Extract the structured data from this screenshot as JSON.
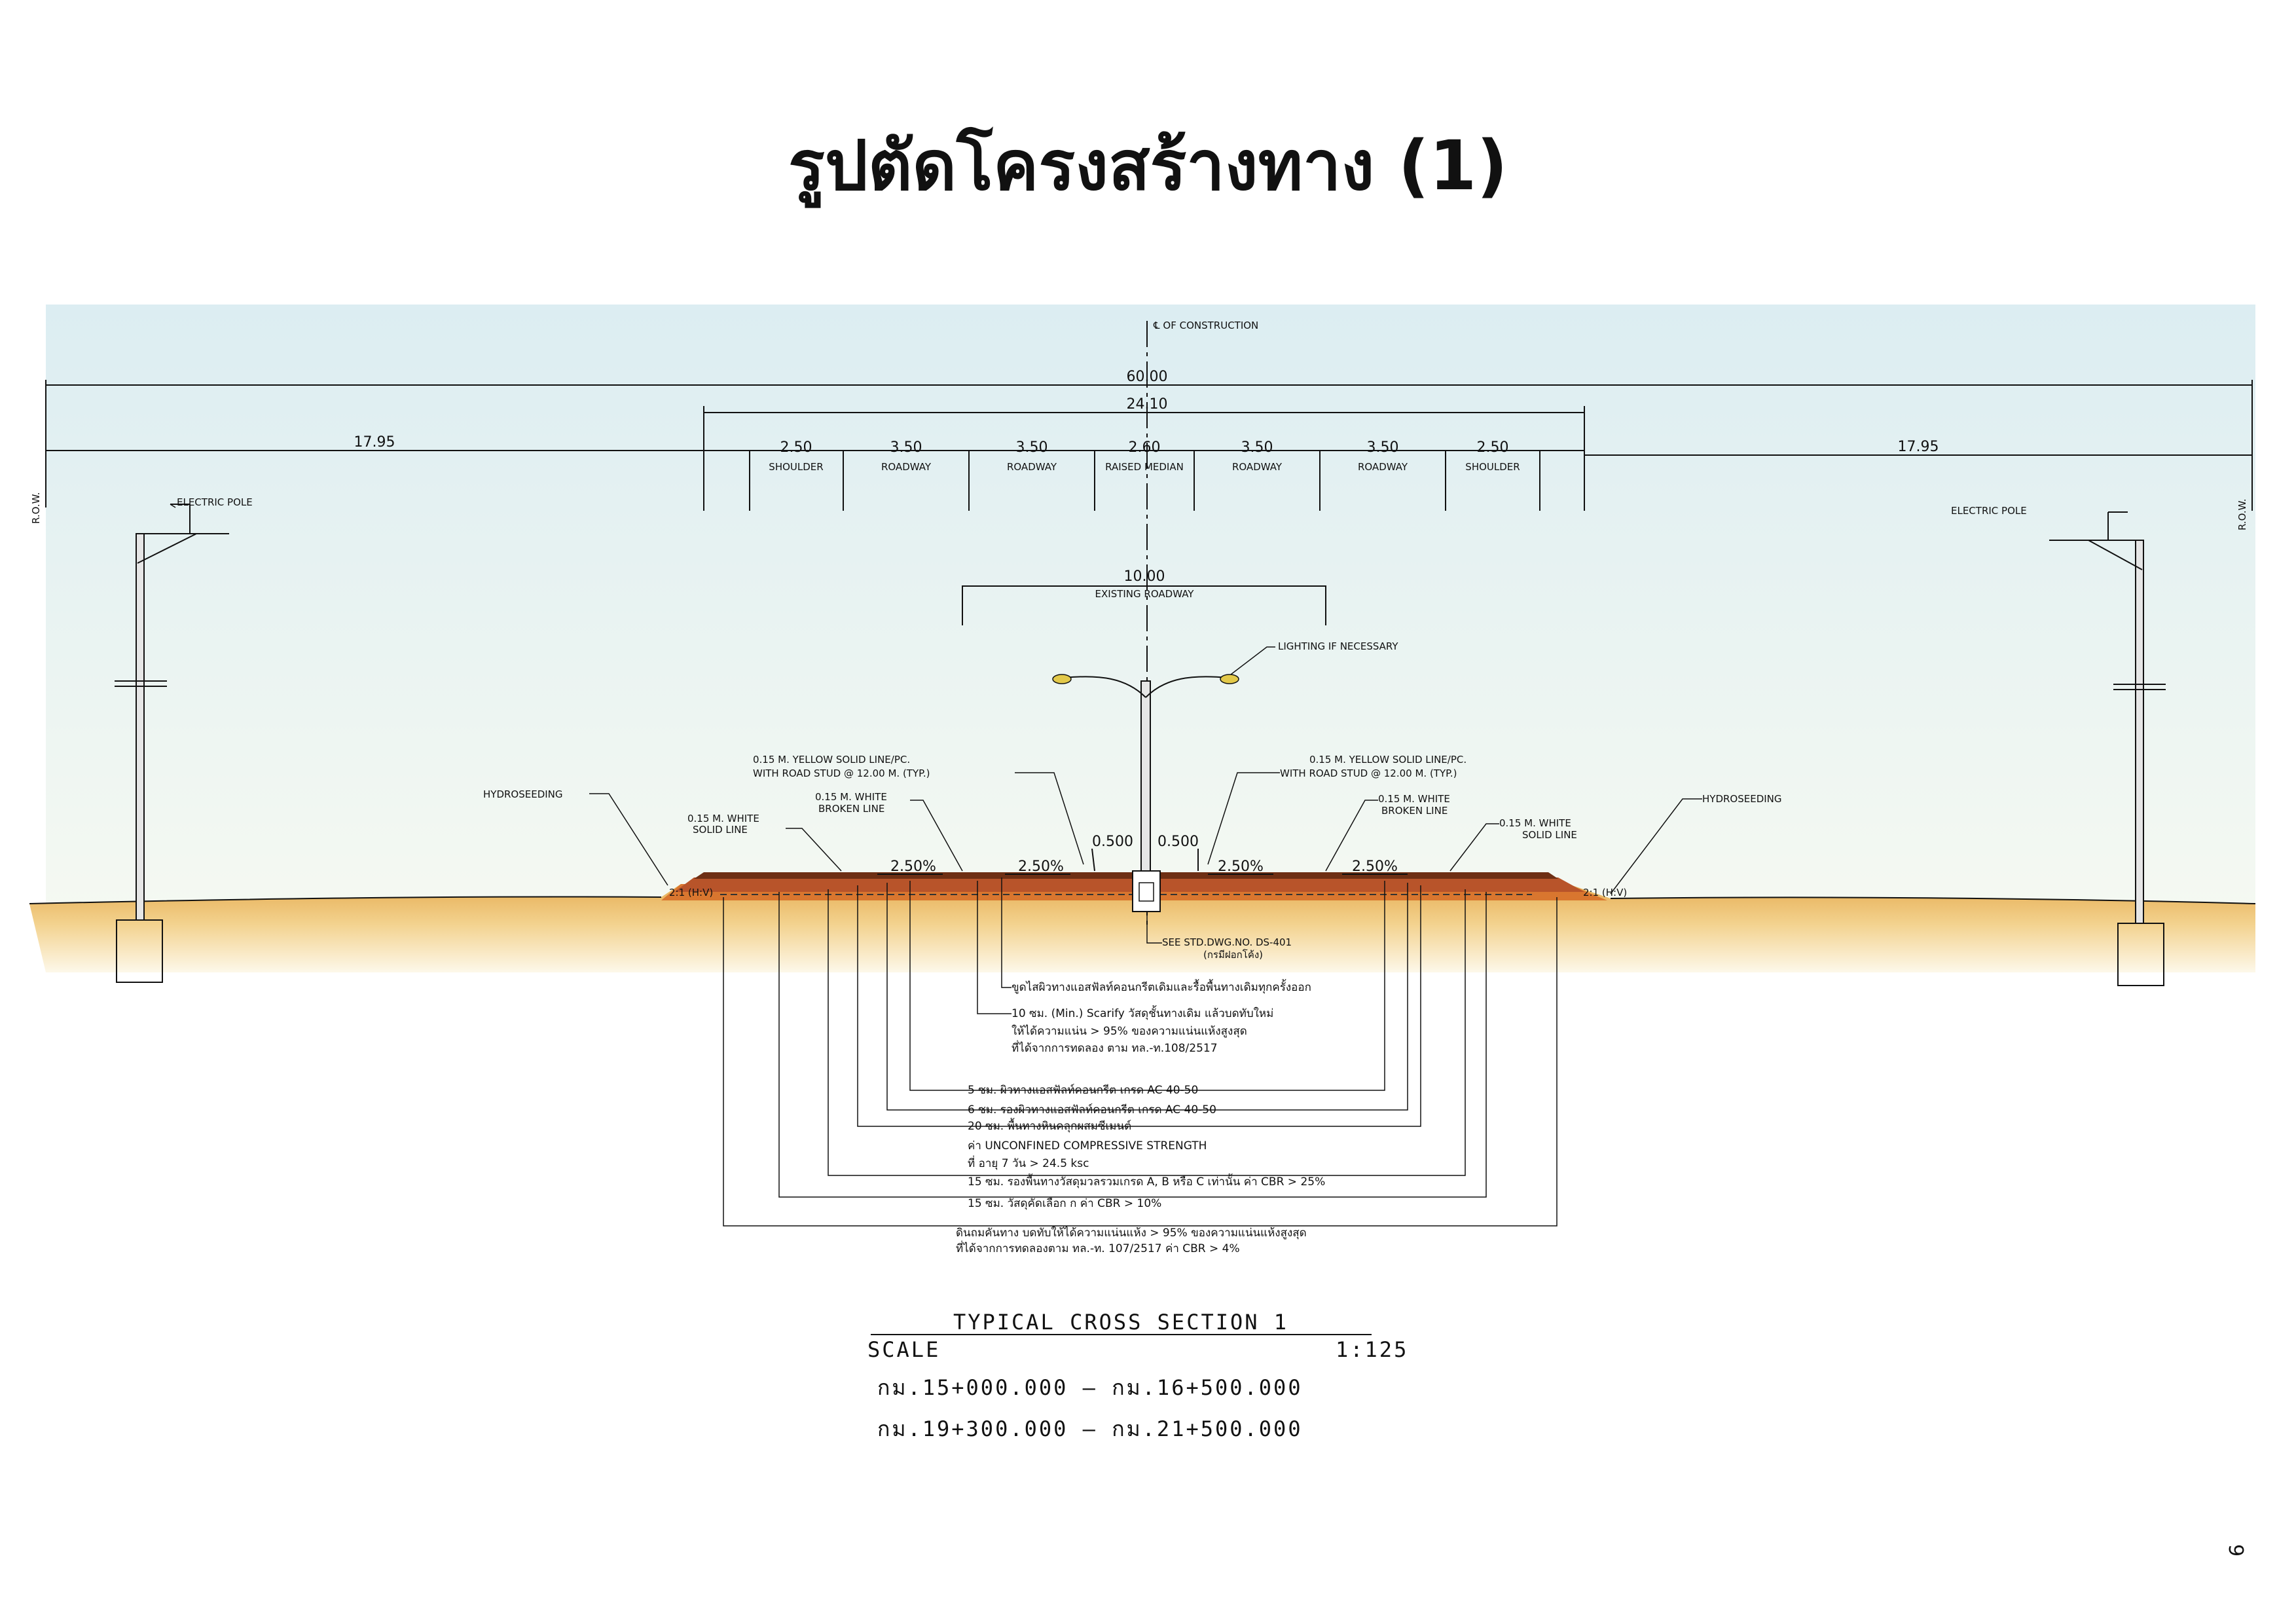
{
  "title": "รูปตัดโครงสร้างทาง (1)",
  "page_number": "9",
  "centerline_label": "℄ OF CONSTRUCTION",
  "row_left": "R.O.W.",
  "row_right": "R.O.W.",
  "dimensions": {
    "total": "60.00",
    "carriageway": "24.10",
    "side_left": "17.95",
    "side_right": "17.95",
    "lanes": [
      {
        "width": "2.50",
        "label": "SHOULDER"
      },
      {
        "width": "3.50",
        "label": "ROADWAY"
      },
      {
        "width": "3.50",
        "label": "ROADWAY"
      },
      {
        "width": "2.60",
        "label": "RAISED MEDIAN"
      },
      {
        "width": "3.50",
        "label": "ROADWAY"
      },
      {
        "width": "3.50",
        "label": "ROADWAY"
      },
      {
        "width": "2.50",
        "label": "SHOULDER"
      }
    ],
    "existing_width": "10.00",
    "existing_label": "EXISTING ROADWAY",
    "median_offset_left": "0.500",
    "median_offset_right": "0.500"
  },
  "annotations": {
    "electric_pole_left": "ELECTRIC POLE",
    "electric_pole_right": "ELECTRIC POLE",
    "lighting": "LIGHTING IF NECESSARY",
    "yellow_left_1": "0.15 M. YELLOW SOLID LINE/PC.",
    "yellow_left_2": "WITH ROAD STUD @ 12.00 M. (TYP.)",
    "yellow_right_1": "0.15 M. YELLOW SOLID LINE/PC.",
    "yellow_right_2": "WITH ROAD STUD @ 12.00 M. (TYP.)",
    "hydro_left": "HYDROSEEDING",
    "hydro_right": "HYDROSEEDING",
    "white_solid_left_1": "0.15 M. WHITE",
    "white_solid_left_2": "SOLID LINE",
    "white_broken_left_1": "0.15 M. WHITE",
    "white_broken_left_2": "BROKEN LINE",
    "white_broken_right_1": "0.15 M. WHITE",
    "white_broken_right_2": "BROKEN LINE",
    "white_solid_right_1": "0.15 M. WHITE",
    "white_solid_right_2": "SOLID LINE",
    "slope_l1": "2.50%",
    "slope_l2": "2.50%",
    "slope_r1": "2.50%",
    "slope_r2": "2.50%",
    "side_slope_left": "2:1 (H:V)",
    "side_slope_right": "2:1 (H:V)",
    "std_dwg_1": "SEE STD.DWG.NO. DS-401",
    "std_dwg_2": "(กรมีฝอกโค้ง)"
  },
  "layers": [
    "ขูดไสผิวทางแอสฟัลท์คอนกรีตเดิมและรื้อพื้นทางเดิมทุกครั้งออก",
    "10 ซม. (Min.) Scarify วัสดุชั้นทางเดิม แล้วบดทับใหม่",
    "ให้ได้ความแน่น > 95% ของความแน่นแห้งสูงสุด",
    "ที่ได้จากการทดลอง ตาม ทล.-ท.108/2517",
    "5 ซม. ผิวทางแอสฟัลท์คอนกรีต เกรด AC 40-50",
    "6 ซม. รองผิวทางแอสฟัลท์คอนกรีต เกรด AC 40-50",
    "20 ซม. พื้นทางหินคลุกผสมซีเมนต์",
    "ค่า UNCONFINED COMPRESSIVE STRENGTH",
    "ที่ อายุ 7 วัน > 24.5 ksc",
    "15 ซม. รองพื้นทางวัสดุมวลรวมเกรด A, B หรือ C เท่านั้น ค่า CBR > 25%",
    "15 ซม. วัสดุคัดเลือก ก ค่า CBR > 10%",
    "ดินถมคันทาง บดทับให้ได้ความแน่นแห้ง > 95% ของความแน่นแห้งสูงสุด",
    "ที่ได้จากการทดลองตาม ทล.-ท. 107/2517 ค่า CBR > 4%"
  ],
  "footer": {
    "section": "TYPICAL CROSS SECTION 1",
    "scale_label": "SCALE",
    "scale_value": "1:125",
    "range_1": "กม.15+000.000 — กม.16+500.000",
    "range_2": "กม.19+300.000 — กม.21+500.000"
  },
  "colors": {
    "sky_top": "#dff0f3",
    "sky_bottom": "#f3f8f2",
    "ground_top": "#e8b45a",
    "ground_bottom": "#fbf6e6",
    "pavement": "#7a3a1a",
    "base": "#c0622a"
  }
}
